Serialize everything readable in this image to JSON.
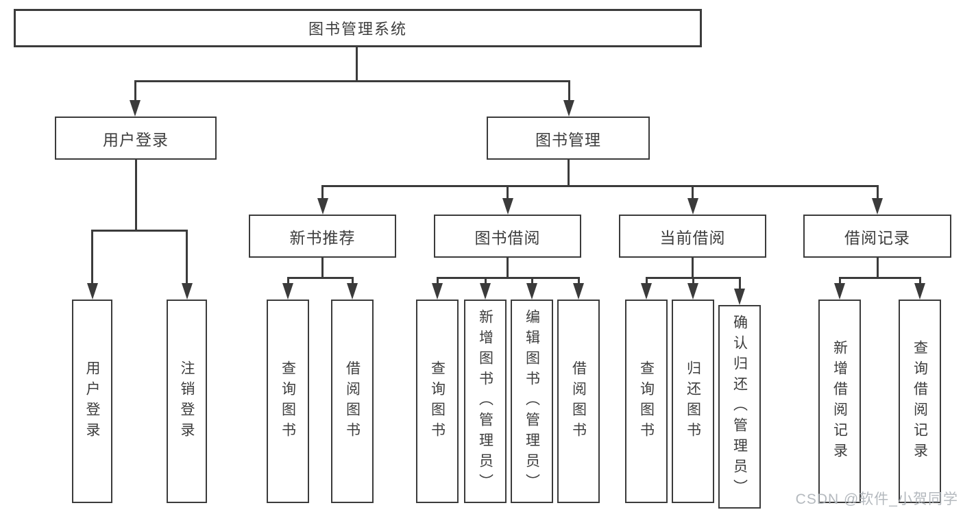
{
  "colors": {
    "line": "#3b3b3b",
    "text": "#3d3d3d",
    "background": "#ffffff",
    "watermark": "#b0b5ba"
  },
  "watermark": {
    "text": "CSDN @软件_小贺同学"
  },
  "tree": {
    "root": {
      "label": "图书管理系统"
    },
    "branches": [
      {
        "label": "用户登录",
        "children": [
          {
            "label": "用户登录"
          },
          {
            "label": "注销登录"
          }
        ]
      },
      {
        "label": "图书管理",
        "sections": [
          {
            "label": "新书推荐",
            "children": [
              {
                "label": "查询图书"
              },
              {
                "label": "借阅图书"
              }
            ]
          },
          {
            "label": "图书借阅",
            "children": [
              {
                "label": "查询图书"
              },
              {
                "label": "新增图书（管理员）"
              },
              {
                "label": "编辑图书（管理员）"
              },
              {
                "label": "借阅图书"
              }
            ]
          },
          {
            "label": "当前借阅",
            "children": [
              {
                "label": "查询图书"
              },
              {
                "label": "归还图书"
              },
              {
                "label": "确认归还（管理员）"
              }
            ]
          },
          {
            "label": "借阅记录",
            "children": [
              {
                "label": "新增借阅记录"
              },
              {
                "label": "查询借阅记录"
              }
            ]
          }
        ]
      }
    ]
  }
}
